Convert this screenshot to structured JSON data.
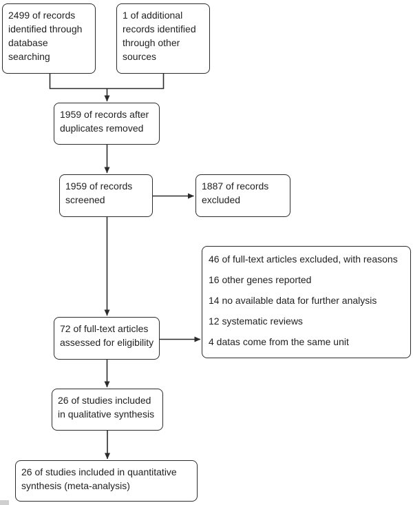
{
  "colors": {
    "background": "#ffffff",
    "line": "#2b2b2b",
    "text": "#1f1f1f",
    "box_border": "#2b2b2b",
    "box_background": "#ffffff",
    "artifact": "#cfcfcf"
  },
  "boxes": {
    "identified_database": {
      "lines": [
        "2499 of records",
        "identified through",
        "database",
        "searching"
      ]
    },
    "identified_other": {
      "lines": [
        "1 of additional",
        "records identified",
        "through other",
        "sources"
      ]
    },
    "duplicates_removed": {
      "lines": [
        "1959 of records after",
        "duplicates removed"
      ]
    },
    "screened": {
      "lines": [
        "1959 of records",
        "screened"
      ]
    },
    "records_excluded": {
      "lines": [
        "1887 of records",
        "excluded"
      ]
    },
    "fulltext_assessed": {
      "lines": [
        "72 of full-text articles",
        "assessed for eligibility"
      ]
    },
    "fulltext_excluded": {
      "lines": [
        "46 of full-text articles excluded, with reasons",
        "16 other genes reported",
        "14 no available data for further analysis",
        "12 systematic reviews",
        "4 datas come from the same unit"
      ]
    },
    "qualitative_synthesis": {
      "lines": [
        "26 of studies included",
        "in qualitative synthesis"
      ]
    },
    "quantitative_synthesis": {
      "lines": [
        "26 of studies included in quantitative",
        "synthesis (meta-analysis)"
      ]
    }
  }
}
